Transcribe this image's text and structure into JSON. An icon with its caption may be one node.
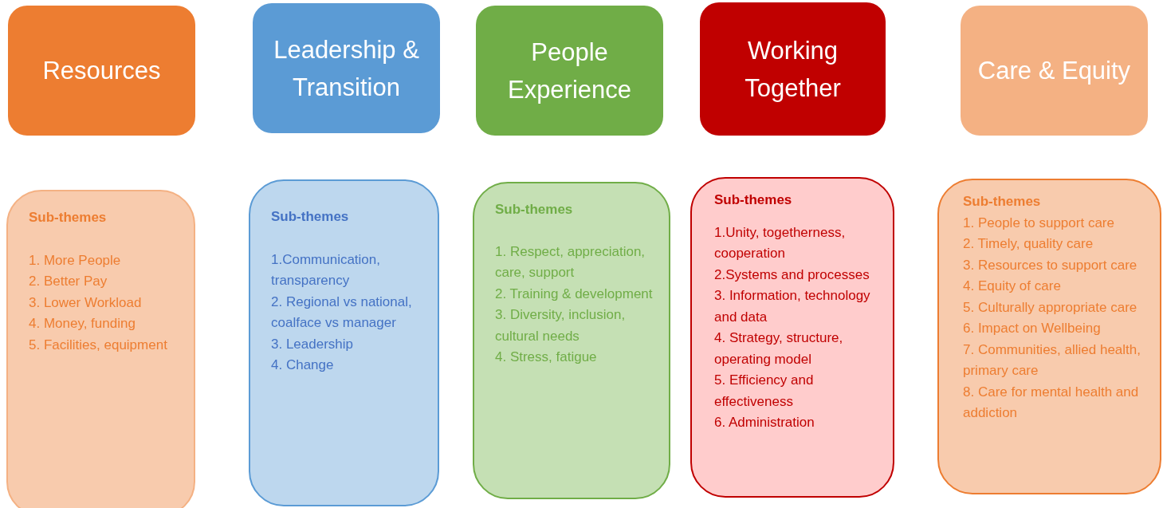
{
  "diagram": {
    "nodes": [
      {
        "text": [
          "Resources"
        ]
      },
      {
        "text": [
          "Leadership & Transition"
        ]
      },
      {
        "text": [
          "People Experience"
        ]
      },
      {
        "text": [
          "Working Together"
        ]
      },
      {
        "text": [
          "Care & Equity"
        ]
      },
      {
        "text": [
          "Sub-themes",
          "1. More People",
          "2. Better Pay",
          "3. Lower Workload",
          "4. Money, funding",
          "5. Facilities, equipment"
        ]
      },
      {
        "text": [
          "Sub-themes",
          "1.Communication, transparency",
          "2. Regional vs national, coalface vs manager",
          "3. Leadership",
          "4. Change"
        ]
      },
      {
        "text": [
          "Sub-themes",
          "1. Respect, appreciation, care, support",
          "2. Training & development",
          "3. Diversity, inclusion, cultural needs",
          "4. Stress, fatigue"
        ]
      },
      {
        "text": [
          "Sub-themes",
          "1.Unity, togetherness, cooperation",
          "2.Systems and processes",
          "3. Information, technology and data",
          "4. Strategy, structure, operating model",
          "5. Efficiency and effectiveness",
          "6. Administration"
        ]
      },
      {
        "text": [
          "Sub-themes",
          "1. People to support care",
          "2. Timely, quality care",
          "3. Resources to support care",
          "4. Equity of care",
          "5. Culturally appropriate care",
          "6. Impact on Wellbeing",
          "7. Communities, allied health, primary care",
          "8. Care for mental health and addiction"
        ]
      }
    ]
  }
}
